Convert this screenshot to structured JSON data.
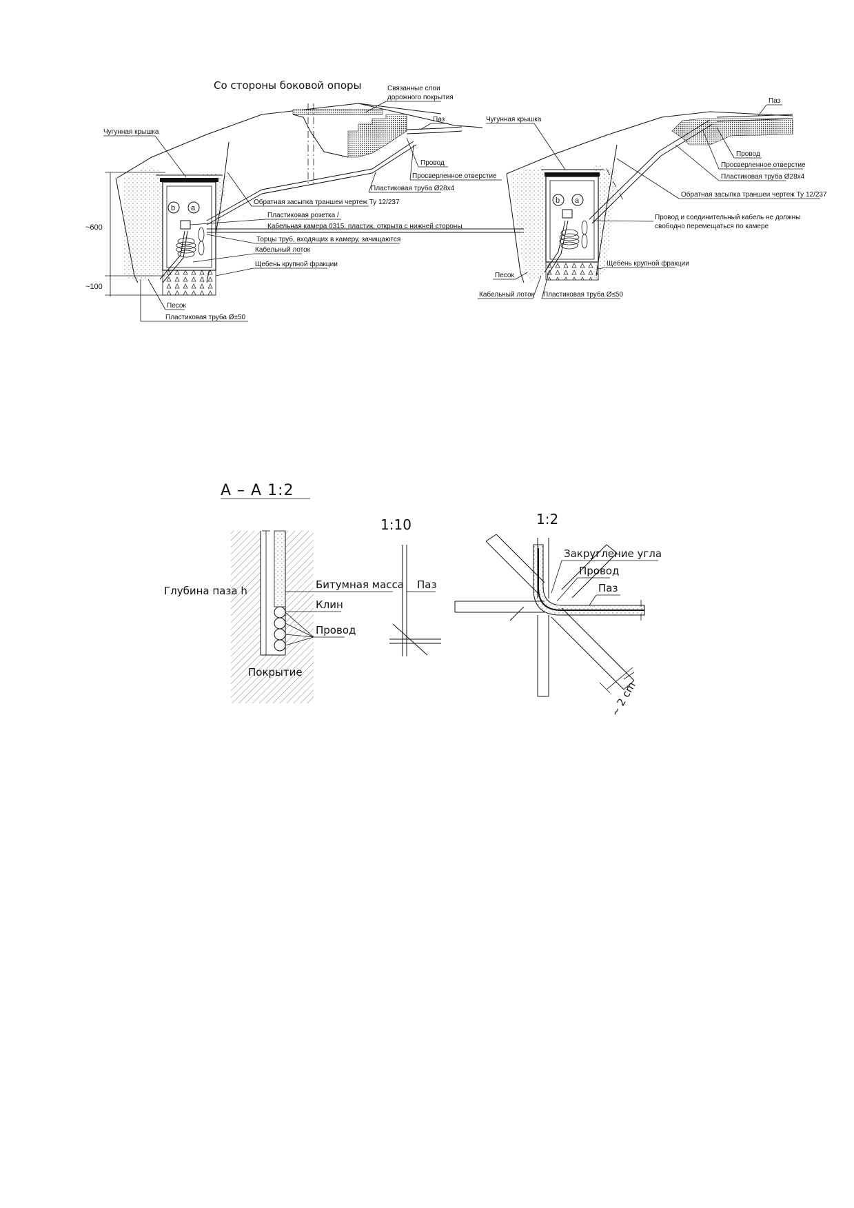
{
  "top": {
    "title": "Со стороны боковой опоры",
    "left": {
      "cast_iron_cover": "Чугунная крышка",
      "bonded_layers_1": "Связанные слои",
      "bonded_layers_2": "дорожного покрытия",
      "groove": "Паз",
      "wire": "Провод",
      "drilled_hole": "Просверленное отверстие",
      "plastic_pipe_28": "Пластиковая труба Ø28х4",
      "backfill": "Обратная засыпка траншеи чертеж Ту 12/237",
      "plastic_socket": "Пластиковая розетка /",
      "cable_chamber": "Кабельная камера 0315, пластик, открыта с нижней стороны",
      "pipe_ends": "Торцы труб, входящих в камеру, зачищаются",
      "cable_tray": "Кабельный лоток",
      "gravel": "Щебень крупной фракции",
      "sand": "Песок",
      "plastic_pipe_50": "Пластиковая труба Ø±50",
      "dim_600": "~600",
      "dim_100": "~100",
      "mark_b": "b",
      "mark_a": "a"
    },
    "right": {
      "cast_iron_cover": "Чугунная крышка",
      "groove": "Паз",
      "wire": "Провод",
      "drilled_hole": "Просверленное отверстие",
      "plastic_pipe_28": "Пластиковая труба Ø28х4",
      "backfill": "Обратная засыпка траншеи чертеж Ту 12/237",
      "note_1": "Провод и соединительный кабель не должны",
      "note_2": "свободно перемещаться по камере",
      "gravel": "Щебень крупной фракции",
      "sand": "Песок",
      "cable_tray": "Кабельный лоток",
      "plastic_pipe_50": "Пластиковая труба Ø≤50",
      "mark_b": "b",
      "mark_a": "a"
    }
  },
  "section": {
    "title": "А  –  А  1:2",
    "groove_depth": "Глубина паза h",
    "bitumen": "Битумная масса",
    "wedge": "Клин",
    "wire": "Провод",
    "coating": "Покрытие"
  },
  "detail_10": {
    "scale": "1:10",
    "groove": "Паз"
  },
  "detail_2": {
    "scale": "1:2",
    "corner_rounding": "Закругление угла",
    "wire": "Провод",
    "groove": "Паз",
    "dimension": "~ 2 cm"
  }
}
